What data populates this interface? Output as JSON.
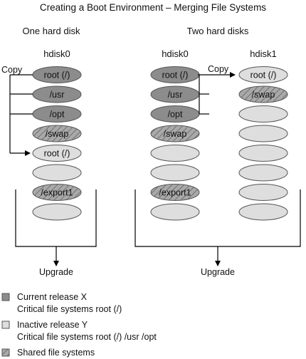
{
  "title": "Creating a Boot Environment – Merging File Systems",
  "left_panel": {
    "heading": "One hard disk",
    "disk_name": "hdisk0",
    "copy_label": "Copy",
    "upgrade_label": "Upgrade",
    "slices": [
      {
        "label": "root (/)",
        "kind": "current"
      },
      {
        "label": "/usr",
        "kind": "current"
      },
      {
        "label": "/opt",
        "kind": "current"
      },
      {
        "label": "/swap",
        "kind": "shared"
      },
      {
        "label": "root (/)",
        "kind": "inactive"
      },
      {
        "label": "",
        "kind": "inactive"
      },
      {
        "label": "/export1",
        "kind": "shared"
      },
      {
        "label": "",
        "kind": "inactive"
      }
    ]
  },
  "right_panel": {
    "heading": "Two hard disks",
    "copy_label": "Copy",
    "upgrade_label": "Upgrade",
    "disk0": {
      "name": "hdisk0",
      "slices": [
        {
          "label": "root (/)",
          "kind": "current"
        },
        {
          "label": "/usr",
          "kind": "current"
        },
        {
          "label": "/opt",
          "kind": "current"
        },
        {
          "label": "/swap",
          "kind": "shared"
        },
        {
          "label": "",
          "kind": "inactive"
        },
        {
          "label": "",
          "kind": "inactive"
        },
        {
          "label": "/export1",
          "kind": "shared"
        },
        {
          "label": "",
          "kind": "inactive"
        }
      ]
    },
    "disk1": {
      "name": "hdisk1",
      "slices": [
        {
          "label": "root (/)",
          "kind": "inactive"
        },
        {
          "label": "/swap",
          "kind": "shared"
        },
        {
          "label": "",
          "kind": "inactive"
        },
        {
          "label": "",
          "kind": "inactive"
        },
        {
          "label": "",
          "kind": "inactive"
        },
        {
          "label": "",
          "kind": "inactive"
        },
        {
          "label": "",
          "kind": "inactive"
        },
        {
          "label": "",
          "kind": "inactive"
        }
      ]
    }
  },
  "legend": {
    "current": {
      "line1": "Current release X",
      "line2": "Critical file systems root (/)"
    },
    "inactive": {
      "line1": "Inactive release Y",
      "line2": "Critical file systems root (/) /usr /opt"
    },
    "shared": {
      "line1": "Shared file systems"
    }
  },
  "colors": {
    "current": "#8c8c8c",
    "inactive": "#dedede",
    "shared": "#a9a9a9",
    "outline": "#555555",
    "line": "#000000"
  }
}
